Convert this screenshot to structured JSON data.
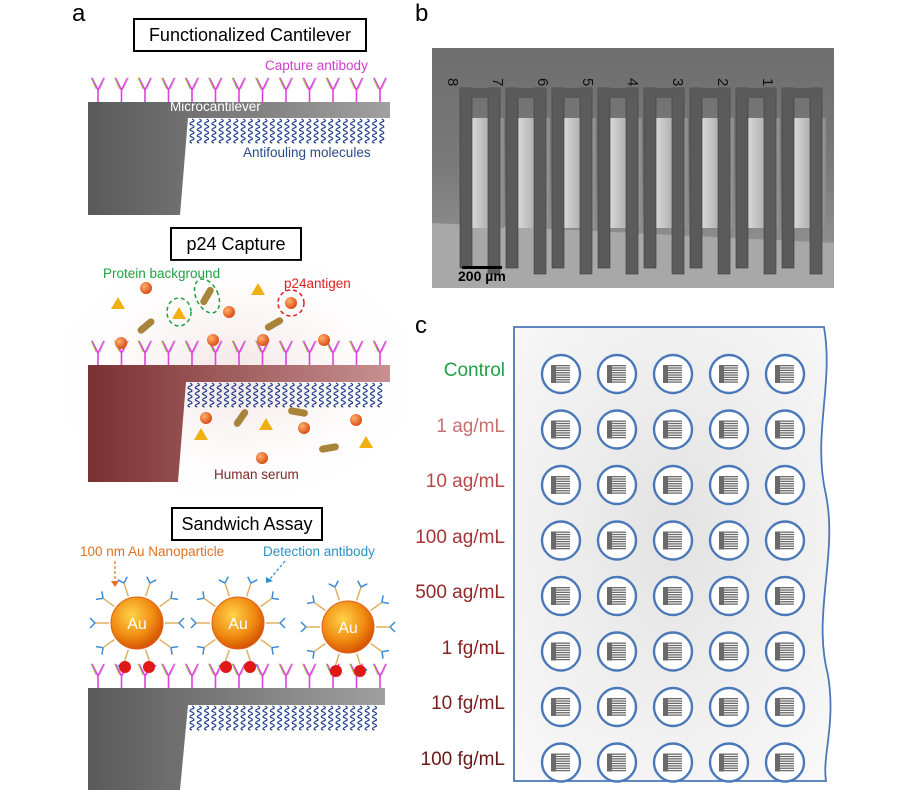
{
  "panels": {
    "a": "a",
    "b": "b",
    "c": "c"
  },
  "panel_a": {
    "step1": {
      "title": "Functionalized Cantilever",
      "capture_label": "Capture antibody",
      "cantilever_label": "Microcantilever",
      "antifouling_label": "Antifouling molecules"
    },
    "step2": {
      "title": "p24 Capture",
      "protein_bg_label": "Protein background",
      "antigen_label": "p24antigen",
      "serum_label": "Human serum"
    },
    "step3": {
      "title": "Sandwich Assay",
      "nanoparticle_label": "100 nm Au Nanoparticle",
      "detection_label": "Detection antibody",
      "au_label": "Au"
    }
  },
  "panel_b": {
    "scale_bar": "200 µm",
    "cantilever_numbers": [
      "8",
      "7",
      "6",
      "5",
      "4",
      "3",
      "2",
      "1"
    ]
  },
  "panel_c": {
    "rows": [
      {
        "label": "Control",
        "color": "#22a046"
      },
      {
        "label": "1 ag/mL",
        "color": "#c87070"
      },
      {
        "label": "10 ag/mL",
        "color": "#b84848"
      },
      {
        "label": "100 ag/mL",
        "color": "#a23434"
      },
      {
        "label": "500 ag/mL",
        "color": "#952828"
      },
      {
        "label": "1 fg/mL",
        "color": "#8a2020"
      },
      {
        "label": "10 fg/mL",
        "color": "#7a1e1e"
      },
      {
        "label": "100 fg/mL",
        "color": "#6a1818"
      }
    ],
    "columns": 5
  },
  "colors": {
    "capture": "#e040e0",
    "antifouling": "#1f3f8f",
    "protein_bg": "#1fa040",
    "antigen": "#e02020",
    "serum": "#7a2a2a",
    "nanoparticle": "#e07020",
    "detection": "#2aa0d8",
    "well_ring": "#4a78b8"
  }
}
